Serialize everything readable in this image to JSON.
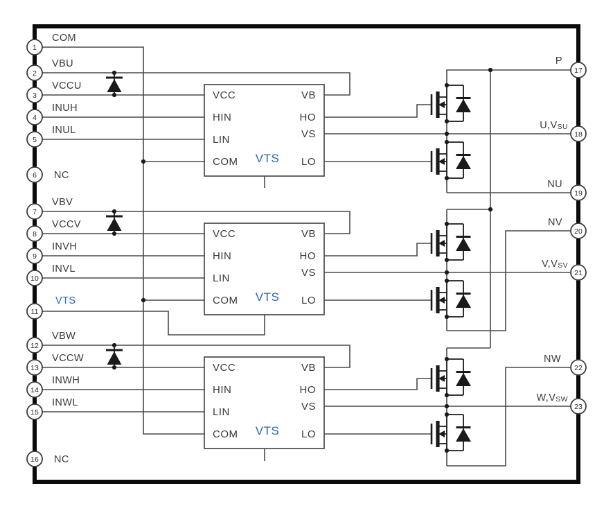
{
  "left_pins": [
    {
      "num": "1",
      "label": "COM"
    },
    {
      "num": "2",
      "label": "VBU"
    },
    {
      "num": "3",
      "label": "VCCU"
    },
    {
      "num": "4",
      "label": "INUH"
    },
    {
      "num": "5",
      "label": "INUL"
    },
    {
      "num": "6",
      "label": "NC"
    },
    {
      "num": "7",
      "label": "VBV"
    },
    {
      "num": "8",
      "label": "VCCV"
    },
    {
      "num": "9",
      "label": "INVH"
    },
    {
      "num": "10",
      "label": "INVL"
    },
    {
      "num": "11",
      "label": "VTS"
    },
    {
      "num": "12",
      "label": "VBW"
    },
    {
      "num": "13",
      "label": "VCCW"
    },
    {
      "num": "14",
      "label": "INWH"
    },
    {
      "num": "15",
      "label": "INWL"
    },
    {
      "num": "16",
      "label": "NC"
    }
  ],
  "right_pins": [
    {
      "num": "17",
      "label": "P",
      "sub": ""
    },
    {
      "num": "18",
      "label": "U,V",
      "sub": "SU"
    },
    {
      "num": "19",
      "label": "NU",
      "sub": ""
    },
    {
      "num": "20",
      "label": "NV",
      "sub": ""
    },
    {
      "num": "21",
      "label": "V,V",
      "sub": "SV"
    },
    {
      "num": "22",
      "label": "NW",
      "sub": ""
    },
    {
      "num": "23",
      "label": "W,V",
      "sub": "SW"
    }
  ],
  "driver_blocks": [
    {
      "chip_label": "VTS",
      "left_pins": [
        "VCC",
        "HIN",
        "LIN",
        "COM"
      ],
      "right_pins": [
        "VB",
        "HO",
        "VS",
        "LO"
      ]
    },
    {
      "chip_label": "VTS",
      "left_pins": [
        "VCC",
        "HIN",
        "LIN",
        "COM"
      ],
      "right_pins": [
        "VB",
        "HO",
        "VS",
        "LO"
      ]
    },
    {
      "chip_label": "VTS",
      "left_pins": [
        "VCC",
        "HIN",
        "LIN",
        "COM"
      ],
      "right_pins": [
        "VB",
        "HO",
        "VS",
        "LO"
      ]
    }
  ],
  "colors": {
    "wire": "#4a4a4a",
    "symbol": "#1a1a1a",
    "label": "#3a3a3a",
    "chip_label_blue": "#2a63b8",
    "frame": "#0b0b0b",
    "background": "#ffffff"
  }
}
